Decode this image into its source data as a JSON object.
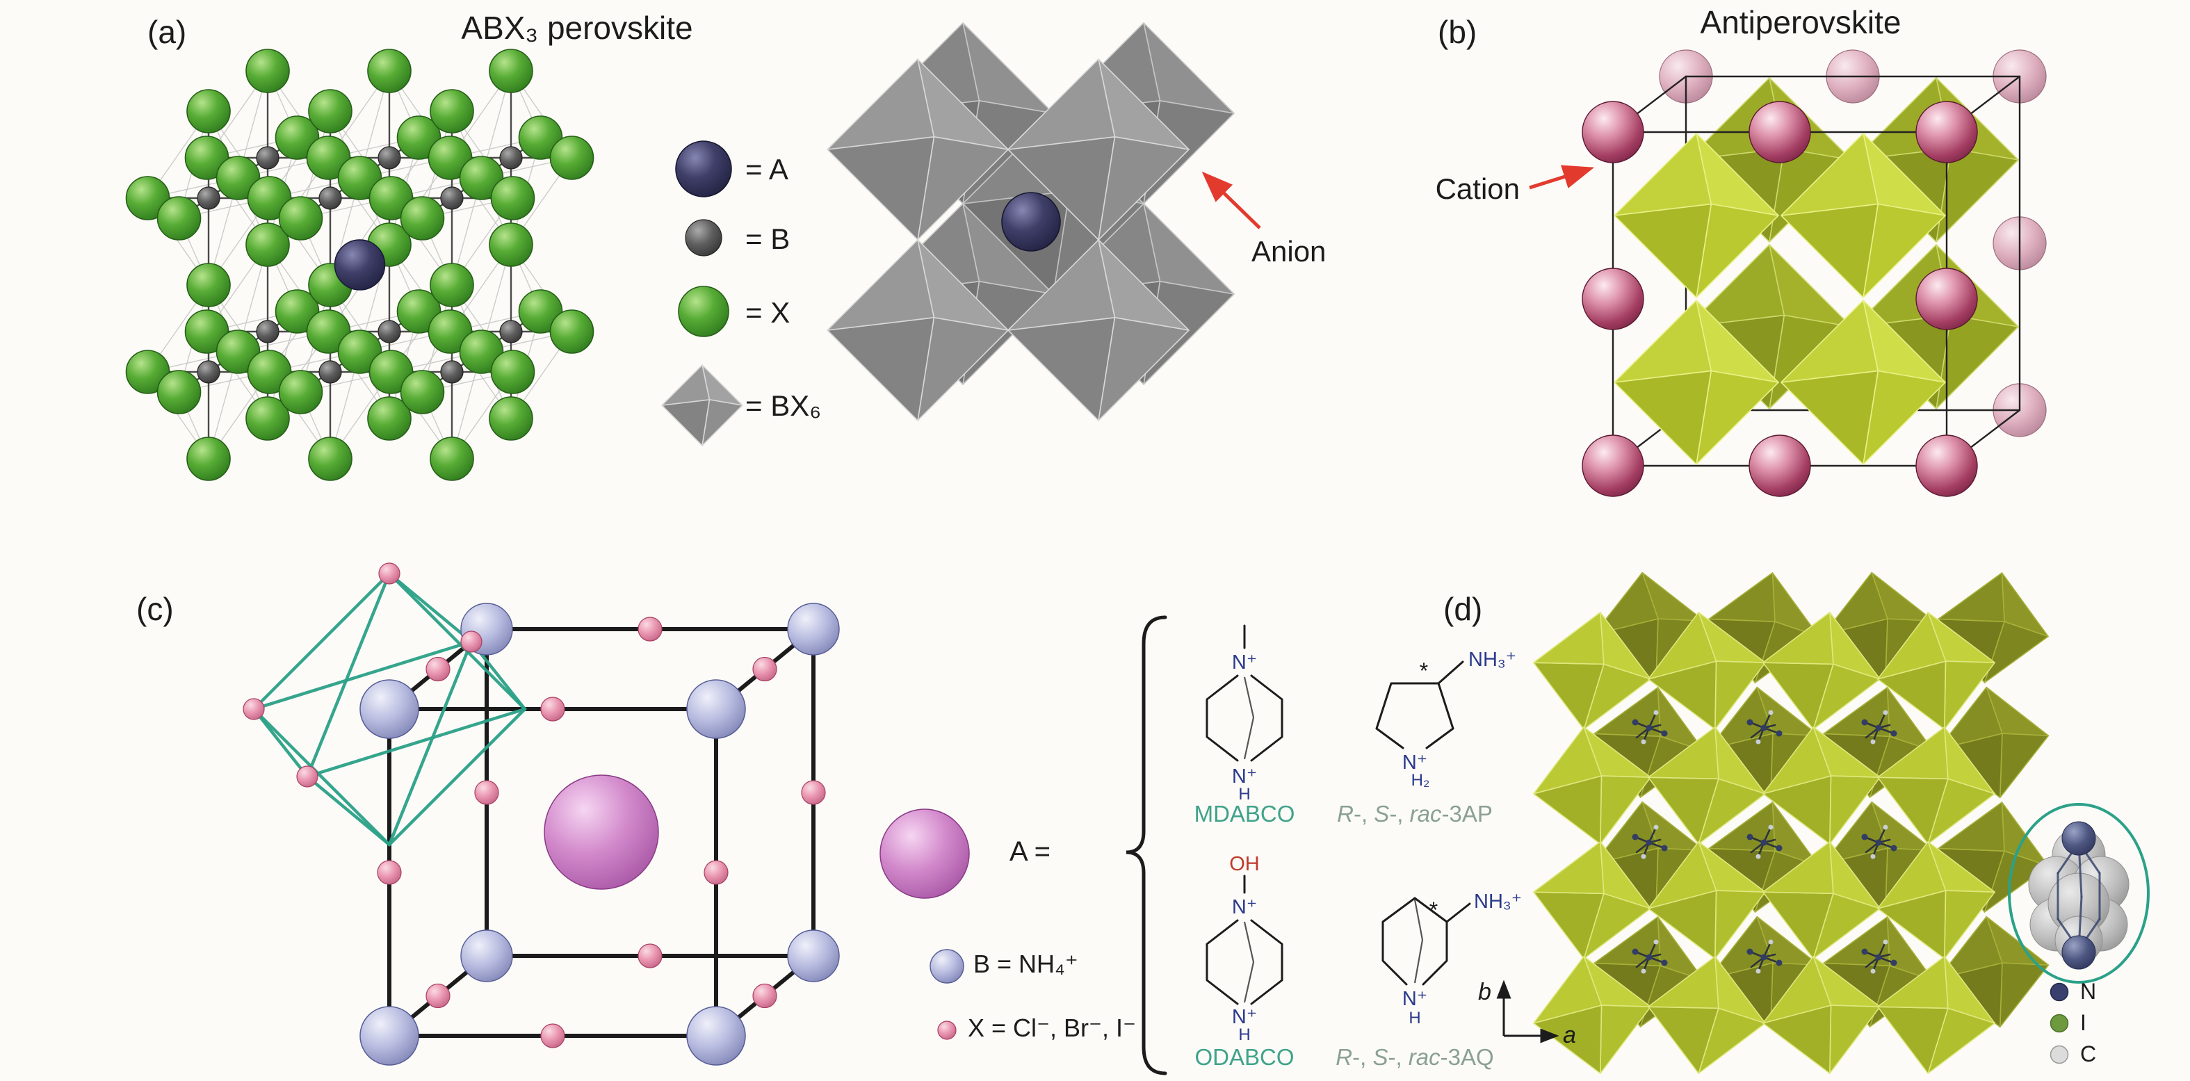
{
  "colors": {
    "accent_teal": "#3fa38a",
    "arrow_red": "#e23b2e",
    "x_green": "#57ac35",
    "a_site_navy": "#3f3f69",
    "b_site_gray": "#5e5e5e",
    "octahedron_gray": "#9b9b9b",
    "antiperovskite_octahedron_green": "#bac92f",
    "cation_maroon": "#a43e62",
    "ammonium_lavender": "#b5b9de",
    "halide_pink": "#ea97b2",
    "a_cation_magenta": "#d38bcc",
    "nitrogen_blue": "#2b3a8c",
    "oxygen_red": "#c0392b"
  },
  "panel_a": {
    "label": "(a)",
    "title": "ABX₃ perovskite",
    "legend": [
      {
        "name": "A-site",
        "label": "= A"
      },
      {
        "name": "B-site",
        "label": "= B"
      },
      {
        "name": "X-site",
        "label": "= X"
      },
      {
        "name": "BX6-octahedron",
        "label": "= BX₆"
      }
    ],
    "anion_label": "Anion"
  },
  "panel_b": {
    "label": "(b)",
    "title": "Antiperovskite",
    "cation_label": "Cation"
  },
  "panel_c": {
    "label": "(c)",
    "a_equals": "A =",
    "b_equals": "B = NH₄⁺",
    "x_equals": "X = Cl⁻, Br⁻, I⁻",
    "molecules": [
      {
        "name": "MDABCO",
        "top_group": "N⁺",
        "bottom_group": "N⁺",
        "bottom_h": "H"
      },
      {
        "name_parts": [
          "R",
          "-, ",
          "S",
          "-, ",
          "rac",
          "-3AP"
        ],
        "amine": "NH₃⁺",
        "ring_n": "N⁺",
        "ring_h": "H₂",
        "stereo_mark": "*"
      },
      {
        "name": "ODABCO",
        "hydroxy": "OH",
        "top_group": "N⁺",
        "bottom_group": "N⁺",
        "bottom_h": "H"
      },
      {
        "name_parts": [
          "R",
          "-, ",
          "S",
          "-, ",
          "rac",
          "-3AQ"
        ],
        "amine": "NH₃⁺",
        "ring_n": "N⁺",
        "ring_h": "H",
        "stereo_mark": "*"
      }
    ]
  },
  "panel_d": {
    "label": "(d)",
    "axis_a": "a",
    "axis_b": "b",
    "legend": [
      {
        "label": "N",
        "color": "#39406e"
      },
      {
        "label": "I",
        "color": "#6d9a3f"
      },
      {
        "label": "C",
        "color": "#dcdcdc"
      }
    ]
  }
}
